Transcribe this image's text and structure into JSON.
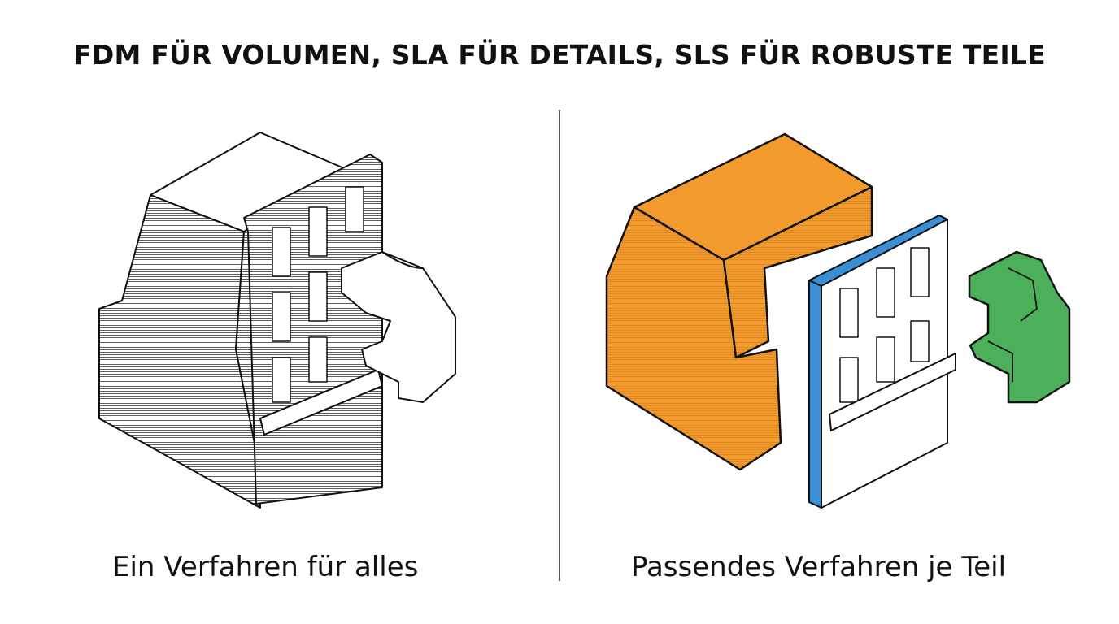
{
  "title": "FDM FÜR VOLUMEN, SLA FÜR DETAILS, SLS FÜR ROBUSTE TEILE",
  "left_panel": {
    "caption": "Ein Verfahren für alles"
  },
  "right_panel": {
    "caption": "Passendes Verfahren je Teil"
  },
  "colors": {
    "fdm": "#f29a2e",
    "sla": "#3a8fd6",
    "sls": "#4caf5a",
    "line": "#111111"
  }
}
